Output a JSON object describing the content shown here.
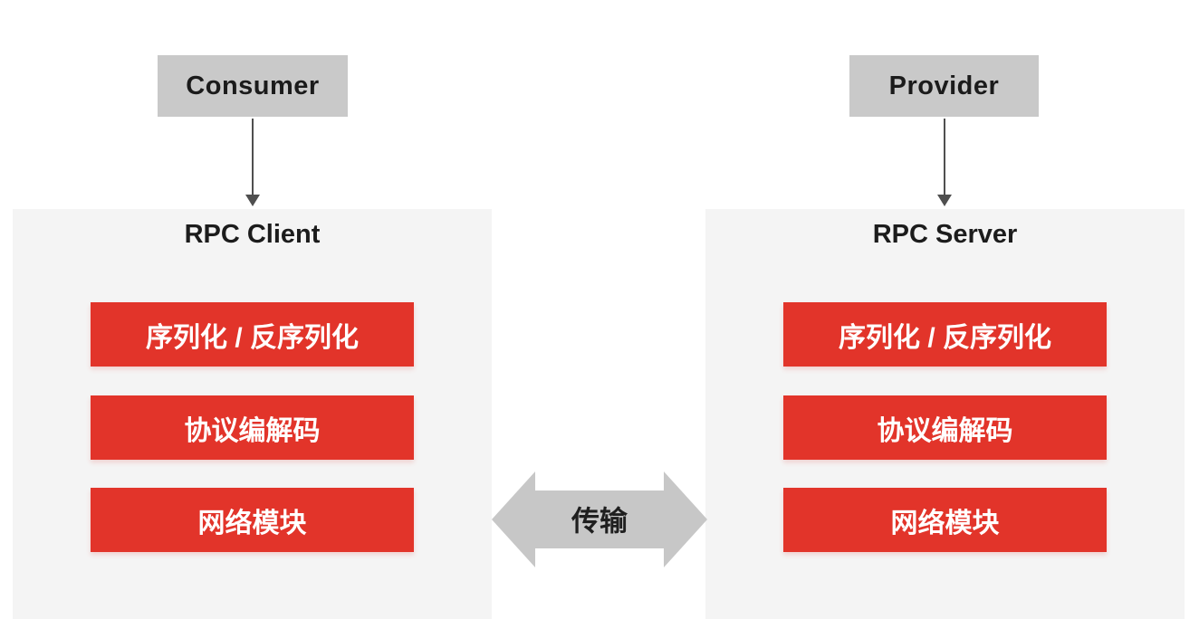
{
  "diagram": {
    "consumer_label": "Consumer",
    "provider_label": "Provider",
    "client": {
      "title": "RPC Client",
      "modules": [
        "序列化 / 反序列化",
        "协议编解码",
        "网络模块"
      ]
    },
    "server": {
      "title": "RPC Server",
      "modules": [
        "序列化 / 反序列化",
        "协议编解码",
        "网络模块"
      ]
    },
    "transport_label": "传输",
    "colors": {
      "module_red": "#e2342a",
      "node_gray": "#c9c9c9",
      "panel_gray": "#f4f4f4",
      "arrow_gray": "#c7c7c7",
      "connector_dark": "#4f4f4f"
    }
  }
}
